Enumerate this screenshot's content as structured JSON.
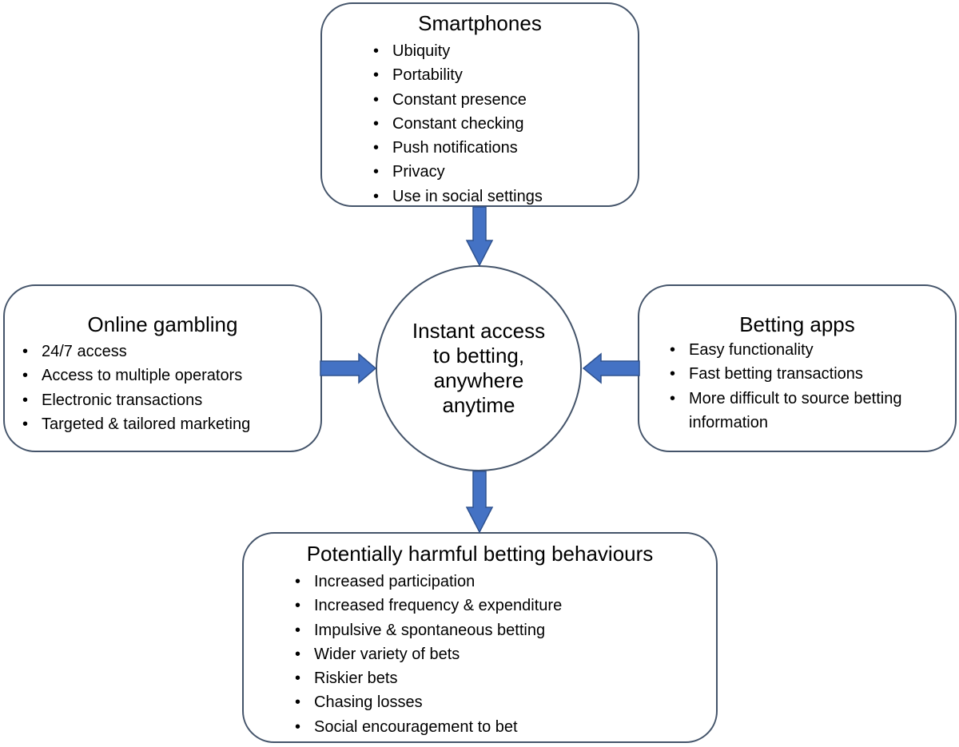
{
  "center": {
    "text": "Instant access to betting, anywhere anytime"
  },
  "smartphones": {
    "title": "Smartphones",
    "items": [
      "Ubiquity",
      "Portability",
      "Constant presence",
      "Constant checking",
      "Push notifications",
      "Privacy",
      "Use in social settings"
    ]
  },
  "online_gambling": {
    "title": "Online gambling",
    "items": [
      "24/7 access",
      "Access to multiple operators",
      "Electronic transactions",
      "Targeted & tailored marketing"
    ]
  },
  "betting_apps": {
    "title": "Betting apps",
    "items": [
      "Easy functionality",
      "Fast betting transactions",
      "More difficult to source betting information"
    ]
  },
  "harmful_behaviours": {
    "title": "Potentially harmful betting behaviours",
    "items": [
      "Increased participation",
      "Increased frequency & expenditure",
      "Impulsive & spontaneous betting",
      "Wider variety of bets",
      "Riskier bets",
      "Chasing losses",
      "Social encouragement to bet"
    ]
  },
  "colors": {
    "arrow_fill": "#4472c4",
    "arrow_stroke": "#2f528f",
    "box_border": "#44546a"
  }
}
